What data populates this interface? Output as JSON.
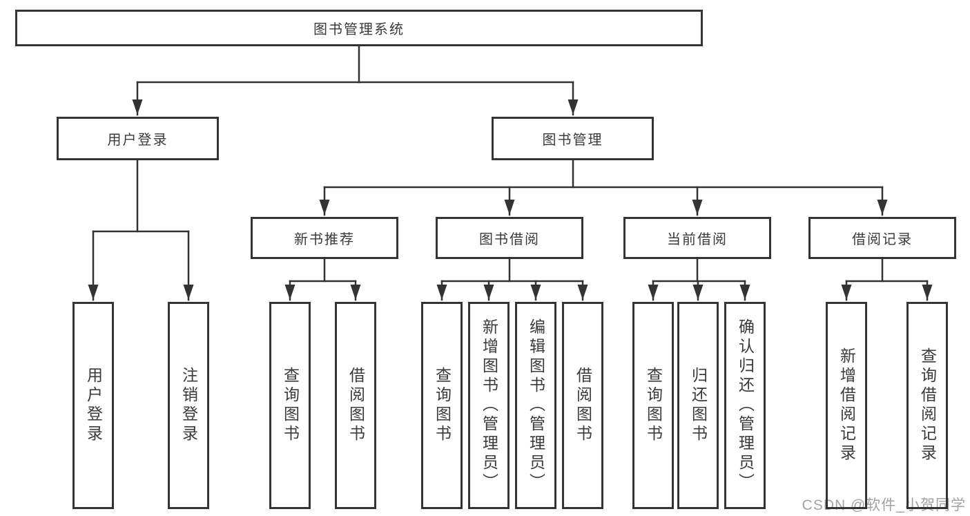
{
  "nodes": {
    "root": "图书管理系统",
    "l2_user": "用户登录",
    "l2_book": "图书管理",
    "l3_newrec": "新书推荐",
    "l3_borrow": "图书借阅",
    "l3_current": "当前借阅",
    "l3_records": "借阅记录",
    "leaf_user_login": "用户登录",
    "leaf_logout": "注销登录",
    "leaf_newrec_query": "查询图书",
    "leaf_newrec_borrow": "借阅图书",
    "leaf_borrow_query": "查询图书",
    "leaf_borrow_add": "新增图书（管理员）",
    "leaf_borrow_edit": "编辑图书（管理员）",
    "leaf_borrow_borrow": "借阅图书",
    "leaf_current_query": "查询图书",
    "leaf_current_return": "归还图书",
    "leaf_current_confirm": "确认归还（管理员）",
    "leaf_records_add": "新增借阅记录",
    "leaf_records_query": "查询借阅记录"
  },
  "watermark": "CSDN @软件_小贺同学",
  "colors": {
    "line": "#333333",
    "text": "#3a3a3a",
    "watermark": "#a2a2a2",
    "background": "#ffffff"
  }
}
